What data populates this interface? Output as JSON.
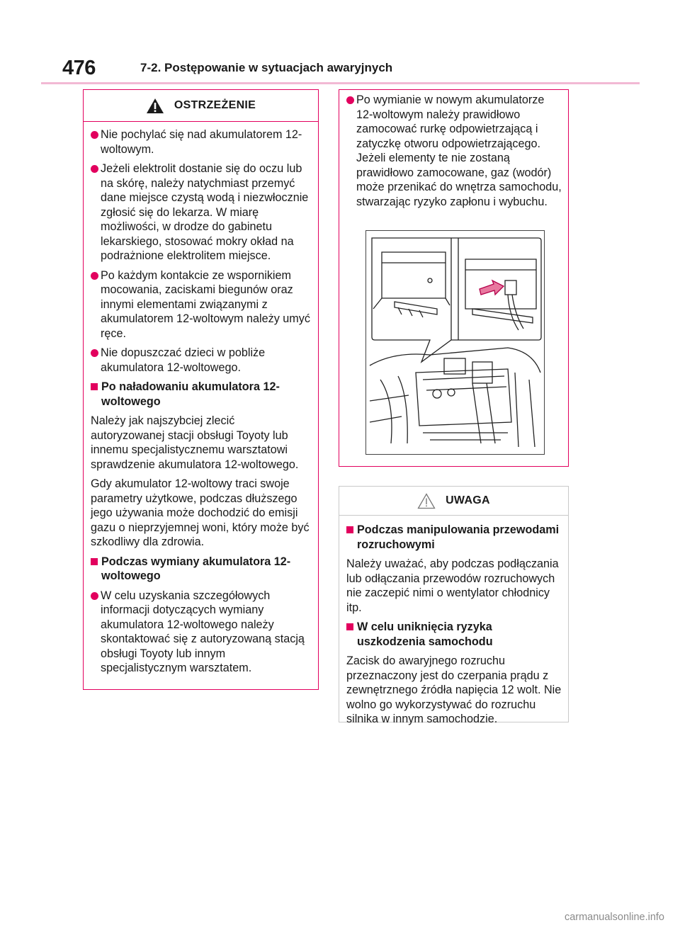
{
  "header": {
    "page_number": "476",
    "section_title": "7-2. Postępowanie w sytuacjach awaryjnych"
  },
  "warning_box": {
    "title": "OSTRZEŻENIE",
    "items": [
      {
        "type": "bullet",
        "text": "Nie pochylać się nad akumulatorem 12-woltowym."
      },
      {
        "type": "bullet",
        "text": "Jeżeli elektrolit dostanie się do oczu lub na skórę, należy natychmiast przemyć dane miejsce czystą wodą i niezwłocznie zgłosić się do lekarza. W miarę możliwości, w drodze do gabinetu lekarskiego, stosować mokry okład na podrażnione elektrolitem miejsce."
      },
      {
        "type": "bullet",
        "text": "Po każdym kontakcie ze wspornikiem mocowania, zaciskami biegunów oraz innymi elementami związanymi z akumulatorem 12-woltowym należy umyć ręce."
      },
      {
        "type": "bullet",
        "text": "Nie dopuszczać dzieci w pobliże akumulatora 12-woltowego."
      },
      {
        "type": "subheading",
        "text": "Po naładowaniu akumulatora 12-woltowego"
      },
      {
        "type": "para",
        "text": "Należy jak najszybciej zlecić autoryzowanej stacji obsługi Toyoty lub innemu specjalistycznemu warsztatowi sprawdzenie akumulatora 12-woltowego."
      },
      {
        "type": "para",
        "text": "Gdy akumulator 12-woltowy traci swoje parametry użytkowe, podczas dłuższego jego używania może dochodzić do emisji gazu o nieprzyjemnej woni, który może być szkodliwy dla zdrowia."
      },
      {
        "type": "subheading",
        "text": "Podczas wymiany akumulatora 12-woltowego"
      },
      {
        "type": "bullet",
        "text": "W celu uzyskania szczegółowych informacji dotyczących wymiany akumulatora 12-woltowego należy skontaktować się z autoryzowaną stacją obsługi Toyoty lub innym specjalistycznym warsztatem."
      }
    ]
  },
  "continued_box": {
    "items": [
      {
        "type": "bullet",
        "text": "Po wymianie w nowym akumulatorze 12-woltowym należy prawidłowo zamocować rurkę odpowietrzającą i zatyczkę otworu odpowietrzającego. Jeżeli elementy te nie zostaną prawidłowo zamocowane, gaz (wodór) może przenikać do wnętrza samochodu, stwarzając ryzyko zapłonu i wybuchu."
      }
    ]
  },
  "notice_box": {
    "title": "UWAGA",
    "items": [
      {
        "type": "subheading",
        "text": "Podczas manipulowania przewodami rozruchowymi"
      },
      {
        "type": "para",
        "text": "Należy uważać, aby podczas podłączania lub odłączania przewodów rozruchowych nie zaczepić nimi o wentylator chłodnicy itp."
      },
      {
        "type": "subheading",
        "text": "W celu uniknięcia ryzyka uszkodzenia samochodu"
      },
      {
        "type": "para",
        "text": "Zacisk do awaryjnego rozruchu przeznaczony jest do czerpania prądu z zewnętrznego źródła napięcia 12 wolt. Nie wolno go wykorzystywać do rozruchu silnika w innym samochodzie."
      }
    ]
  },
  "watermark": "carmanualsonline.info",
  "colors": {
    "accent": "#e2005e",
    "rule": "#f2b9d4",
    "grey_border": "#c9c9c9"
  }
}
